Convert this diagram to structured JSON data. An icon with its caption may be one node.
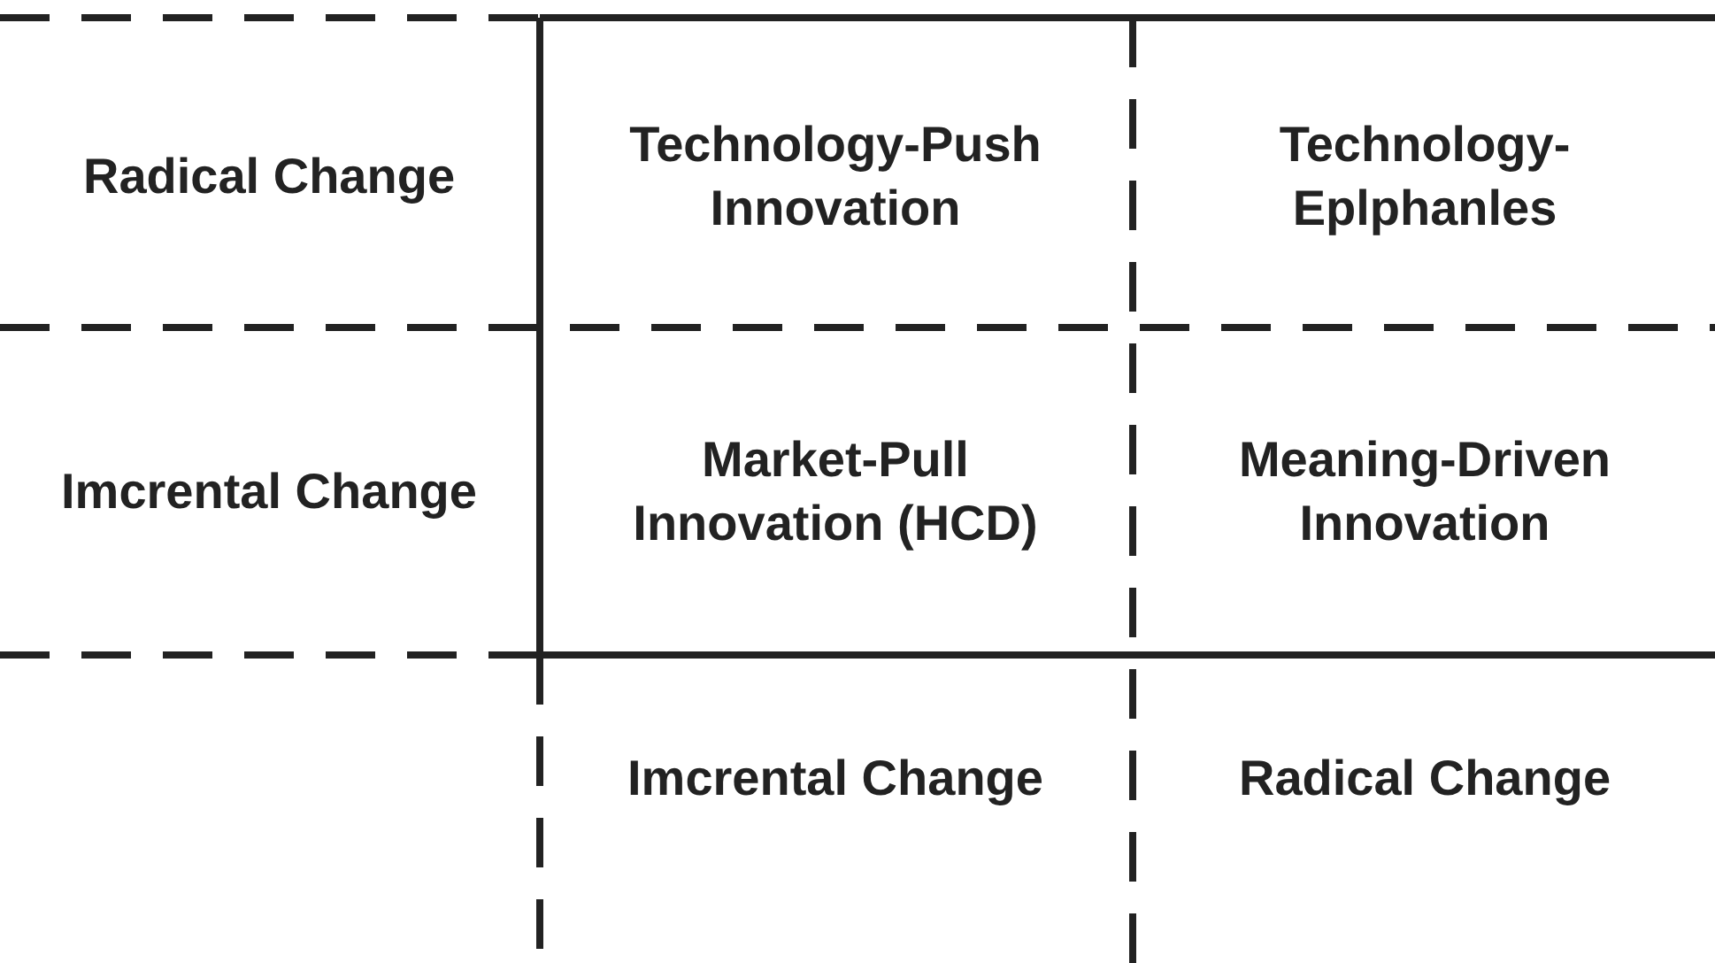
{
  "diagram": {
    "labels": [
      "Radical Change",
      "Technology-Push Innovation",
      "Technology-Eplphanles",
      "Imcrental Change",
      "Market-Pull Innovation (HCD)",
      "Meaning-Driven Innovation",
      "Imcrental Change",
      "Radical Change"
    ]
  }
}
